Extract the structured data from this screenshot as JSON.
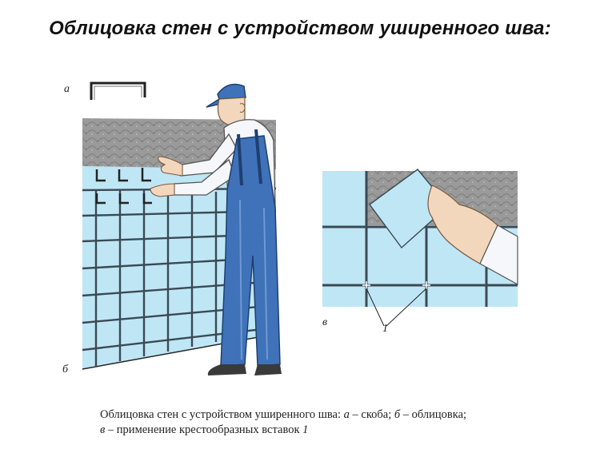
{
  "title": "Облицовка стен с устройством уширенного шва:",
  "labels": {
    "a": "а",
    "b": "б",
    "v": "в",
    "marker": "1"
  },
  "caption": {
    "line1_text": "Облицовка стен с устройством уширенного шва:",
    "line1_a": "а",
    "line1_a_text": "– скоба;",
    "line1_b": "б",
    "line1_b_text": "– облицовка;",
    "line2_v": "в",
    "line2_text": "– применение крестообразных вставок",
    "line2_num": "1"
  },
  "colors": {
    "tile": "#bfe6f4",
    "grout": "#3a4a55",
    "plaster": "#8f8f8f",
    "overalls": "#3f72b8",
    "cap": "#3f72b8",
    "skin": "#f3d7bd"
  }
}
